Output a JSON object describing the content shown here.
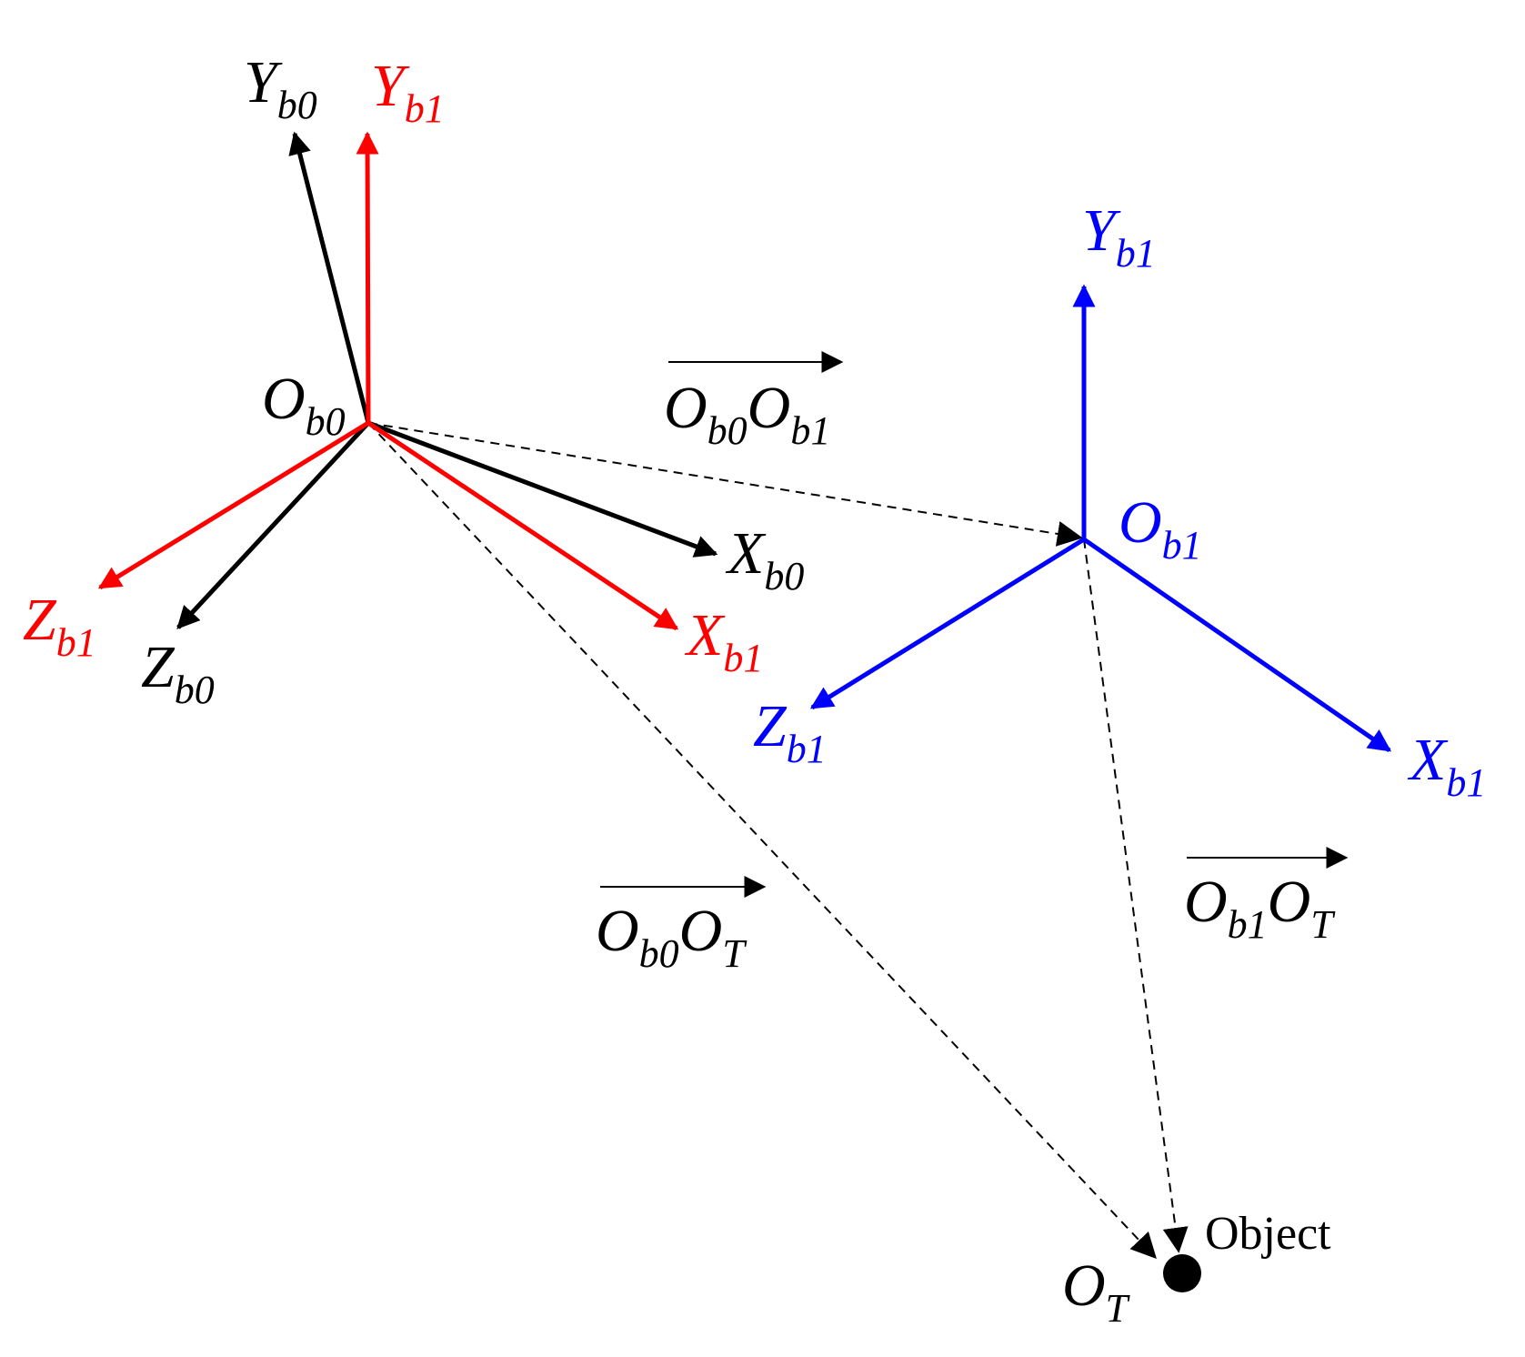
{
  "colors": {
    "frame_b0": "#000000",
    "frame_b1_rotated": "#ff0000",
    "frame_b1_translated": "#0000ff",
    "vector": "#000000"
  },
  "frame_b0": {
    "origin": {
      "main": "O",
      "sub": "b0"
    },
    "x": {
      "main": "X",
      "sub": "b0"
    },
    "y": {
      "main": "Y",
      "sub": "b0"
    },
    "z": {
      "main": "Z",
      "sub": "b0"
    }
  },
  "frame_b1_rotated": {
    "x": {
      "main": "X",
      "sub": "b1"
    },
    "y": {
      "main": "Y",
      "sub": "b1"
    },
    "z": {
      "main": "Z",
      "sub": "b1"
    }
  },
  "frame_b1_translated": {
    "origin": {
      "main": "O",
      "sub": "b1"
    },
    "x": {
      "main": "X",
      "sub": "b1"
    },
    "y": {
      "main": "Y",
      "sub": "b1"
    },
    "z": {
      "main": "Z",
      "sub": "b1"
    }
  },
  "vectors": {
    "b0_b1": {
      "a": "O",
      "a_sub": "b0",
      "b": "O",
      "b_sub": "b1"
    },
    "b0_t": {
      "a": "O",
      "a_sub": "b0",
      "b": "O",
      "b_sub": "T"
    },
    "b1_t": {
      "a": "O",
      "a_sub": "b1",
      "b": "O",
      "b_sub": "T"
    }
  },
  "target": {
    "origin": {
      "main": "O",
      "sub": "T"
    },
    "object_label": "Object"
  }
}
